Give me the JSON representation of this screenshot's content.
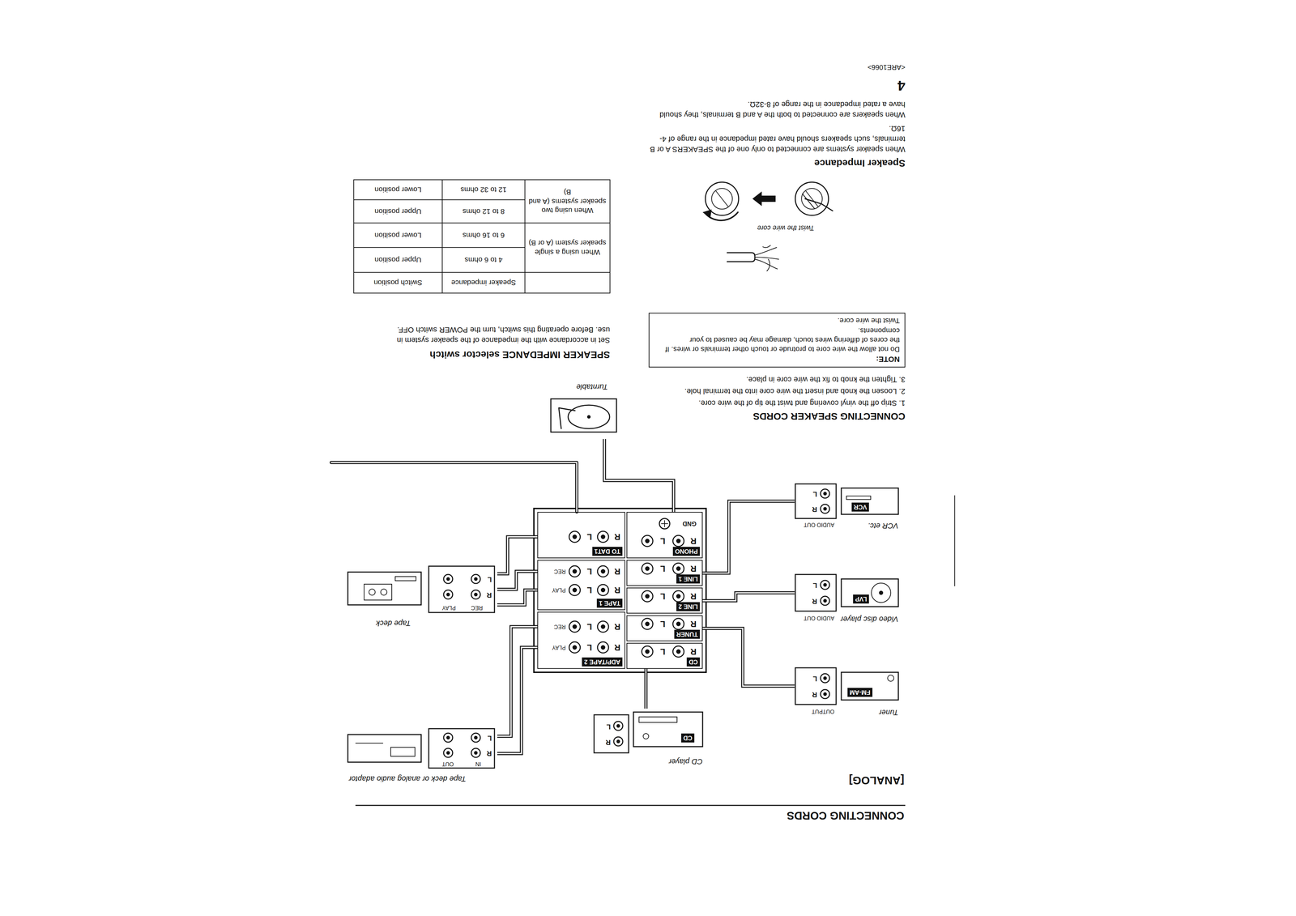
{
  "diagram": {
    "title": "CONNECTING CORDS",
    "nodes": [
      {
        "text": [
          "Tape deck or analog audio adaptor"
        ]
      },
      {
        "text": [
          "CD player",
          "CD"
        ]
      },
      {
        "text": [
          "Tuner",
          "FM-AM"
        ]
      },
      {
        "text": [
          "CD"
        ]
      },
      {
        "text": [
          "ADP/TAPE 2"
        ]
      },
      {
        "text": [
          "TUNER"
        ]
      },
      {
        "text": [
          "LINE 2"
        ]
      },
      {
        "text": [
          "Video disc player",
          "LVP"
        ]
      },
      {
        "text": [
          "Tape deck"
        ]
      },
      {
        "text": [
          "TAPE 1"
        ]
      },
      {
        "text": [
          "LINE 1"
        ]
      },
      {
        "text": [
          "PHONO"
        ]
      },
      {
        "text": [
          "TO DAT1"
        ]
      },
      {
        "text": [
          "VCR etc.",
          "VCR"
        ]
      },
      {
        "text": [
          "Turntable"
        ]
      },
      {
        "text": [
          "NOTE:",
          "Do not allow the wire core to protrude or touch other terminals or wires. If the cores of differing wires touch, damage may be caused to your components.",
          "Twist the wire core."
        ]
      }
    ],
    "edges": [
      {
        "from": 2,
        "to": 5,
        "arrow": "none"
      },
      {
        "from": 1,
        "to": 3,
        "arrow": "none"
      },
      {
        "from": 7,
        "to": 6,
        "arrow": "none"
      },
      {
        "from": 13,
        "to": 10,
        "arrow": "none"
      },
      {
        "from": 14,
        "to": 11,
        "arrow": "none"
      },
      {
        "from": 0,
        "to": 4,
        "arrow": "none"
      },
      {
        "from": 0,
        "to": 4,
        "arrow": "none"
      },
      {
        "from": 8,
        "to": 9,
        "arrow": "none"
      },
      {
        "from": 8,
        "to": 9,
        "arrow": "none"
      },
      {
        "from": 8,
        "to": 12,
        "arrow": "none"
      }
    ],
    "labels": [
      "[ANALOG]",
      "R",
      "L",
      "R",
      "L",
      "R",
      "L",
      "R",
      "L",
      "R",
      "L",
      "GND",
      "R",
      "L",
      "PLAY",
      "R",
      "L",
      "REC",
      "R",
      "L",
      "PLAY",
      "R",
      "L",
      "REC",
      "R",
      "L",
      "IN",
      "OUT",
      "R",
      "L",
      "R",
      "L",
      "OUTPUT",
      "R",
      "L",
      "REC",
      "PLAY",
      "R",
      "L",
      "AUDIO OUT",
      "R",
      "L",
      "AUDIO OUT",
      "R",
      "L",
      "CONNECTING SPEAKER CORDS",
      "1. Strip off the vinyl covering and twist the tip of the wire core.",
      "2. Loosen the knob and insert the wire core into the terminal hole.",
      "3. Tighten the knob to fix the wire core in place.",
      "Twist the wire core",
      "Speaker Impedance",
      "When speaker systems are connected to only one of the SPEAKERS A or B terminals, such speakers should have rated impedance in the range of 4-16Ω.",
      "When speakers are connected to both the A and B terminals, they should have a rated impedance in the range of 8-32Ω.",
      "4",
      "<ARE1066>",
      "SPEAKER IMPEDANCE selector switch",
      "Set in accordance with the impedance of the speaker system in use. Before operating this switch, turn the POWER switch OFF.",
      "Speaker impedance",
      "Switch position",
      "When using a single speaker system (A or B)",
      "4 to 6 ohms",
      "Upper position",
      "6 to 16 ohms",
      "Lower position",
      "When using two speaker systems (A and B)",
      "8 to 12 ohms",
      "Upper position",
      "12 to 32 ohms",
      "Lower position"
    ]
  }
}
